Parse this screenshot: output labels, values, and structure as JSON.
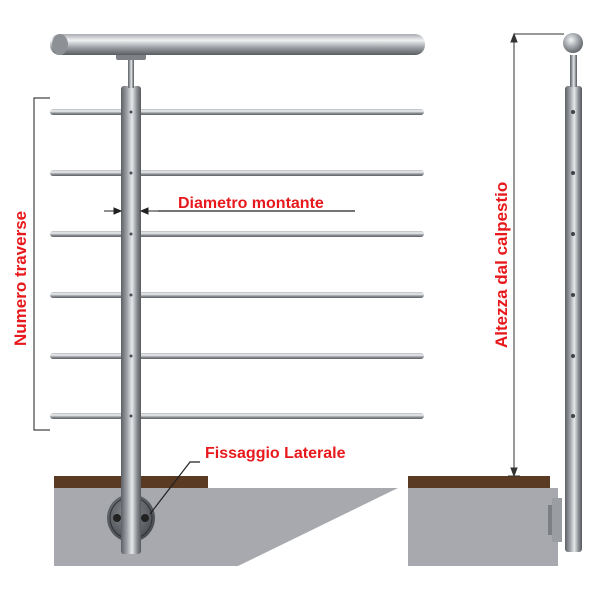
{
  "labels": {
    "diametro_montante": "Diametro montante",
    "numero_traverse": "Numero traverse",
    "fissaggio_laterale": "Fissaggio Laterale",
    "altezza_calpestio": "Altezza dal calpestio"
  },
  "colors": {
    "label_red": "#e8191c",
    "steel_dark": "#6f7277",
    "steel_light": "#d4d7db",
    "wood": "#5a3a22",
    "ground": "#a7a9ae",
    "dimension_line": "#444444"
  },
  "counts": {
    "traverse": 6
  }
}
